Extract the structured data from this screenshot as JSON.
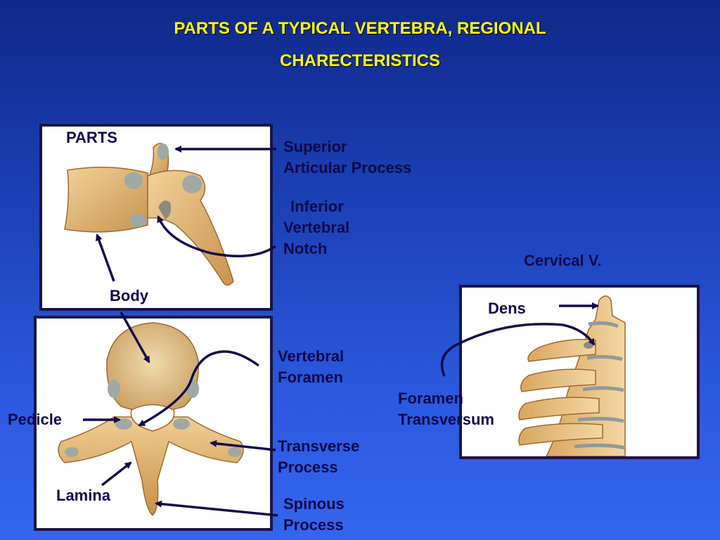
{
  "title": {
    "line1": "PARTS OF A TYPICAL VERTEBRA, REGIONAL",
    "line2": "CHARECTERISTICS"
  },
  "labels": {
    "parts": "PARTS",
    "superior_line1": "Superior",
    "superior_line2": "Articular Process",
    "inferior_line1": "Inferior",
    "inferior_line2": "Vertebral",
    "inferior_line3": "Notch",
    "body": "Body",
    "vertebral_foramen_line1": "Vertebral",
    "vertebral_foramen_line2": "Foramen",
    "pedicle": "Pedicle",
    "transverse_line1": "Transverse",
    "transverse_line2": "Process",
    "lamina": "Lamina",
    "spinous_line1": "Spinous",
    "spinous_line2": "Process",
    "cervical": "Cervical V.",
    "dens": "Dens",
    "foramen_transversum_line1": "Foramen",
    "foramen_transversum_line2": "Transversum"
  },
  "colors": {
    "label_text": "#10094a",
    "title_text": "#ffff00",
    "bone": "#e2b877",
    "arrow": "#150a4a"
  }
}
